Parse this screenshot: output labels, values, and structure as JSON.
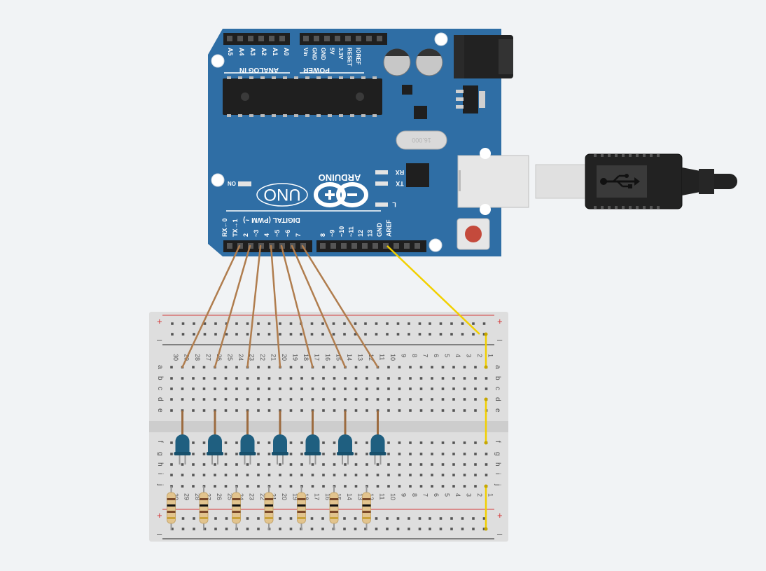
{
  "board": {
    "analog_header": "ANALOG IN",
    "analog_pins": [
      "A5",
      "A4",
      "A3",
      "A2",
      "A1",
      "A0"
    ],
    "power_header": "POWER",
    "power_pins": [
      "Vin",
      "GND",
      "GND",
      "5V",
      "3.3V",
      "RESET",
      "IOREF"
    ],
    "brand": "ARDUINO",
    "model": "UNO",
    "on_label": "ON",
    "rx_label": "RX",
    "tx_label": "TX",
    "l_label": "L",
    "digital_header": "DIGITAL (PWM ~)",
    "digital_pins_low": [
      "RX←0",
      "TX→1",
      "2",
      "~3",
      "4",
      "~5",
      "~6",
      "7"
    ],
    "digital_pins_high": [
      "8",
      "~9",
      "~10",
      "~11",
      "12",
      "13",
      "GND",
      "AREF"
    ],
    "crystal_text": "16.000",
    "color_board": "#2f6ea5",
    "color_header": "#1f1f1f"
  },
  "breadboard": {
    "plus_label": "+",
    "minus_label": "–",
    "column_numbers": [
      "30",
      "29",
      "28",
      "27",
      "26",
      "25",
      "24",
      "23",
      "22",
      "21",
      "20",
      "19",
      "18",
      "17",
      "16",
      "15",
      "14",
      "13",
      "12",
      "11",
      "10",
      "9",
      "8",
      "7",
      "6",
      "5",
      "4",
      "3",
      "2",
      "1"
    ],
    "row_letters_top": [
      "a",
      "b",
      "c",
      "d",
      "e"
    ],
    "row_letters_bottom": [
      "f",
      "g",
      "h",
      "i",
      "j"
    ],
    "led_count": 7,
    "resistor_count": 7
  },
  "wires": {
    "digital_wire_color": "#b07d4e",
    "ground_wire_color": "#f2d000"
  },
  "usb_icon": "usb-icon"
}
